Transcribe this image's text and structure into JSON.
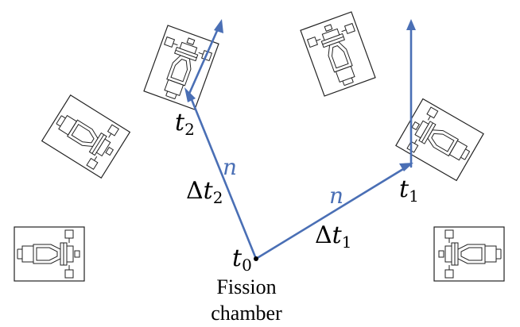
{
  "colors": {
    "arrow": "#4a6fb5",
    "ink": "#000000"
  },
  "labels": {
    "t0": {
      "base": "t",
      "sub": "0"
    },
    "t1": {
      "base": "t",
      "sub": "1"
    },
    "t2": {
      "base": "t",
      "sub": "2"
    },
    "dt1": {
      "delta": "Δ",
      "base": "t",
      "sub": "1"
    },
    "dt2": {
      "delta": "Δ",
      "base": "t",
      "sub": "2"
    },
    "n_right": "n",
    "n_left": "n",
    "fission_line1": "Fission",
    "fission_line2": "chamber"
  },
  "detectors": [
    {
      "name": "detector-far-left"
    },
    {
      "name": "detector-upper-left"
    },
    {
      "name": "detector-top-left"
    },
    {
      "name": "detector-top-right"
    },
    {
      "name": "detector-upper-right"
    },
    {
      "name": "detector-far-right"
    }
  ]
}
